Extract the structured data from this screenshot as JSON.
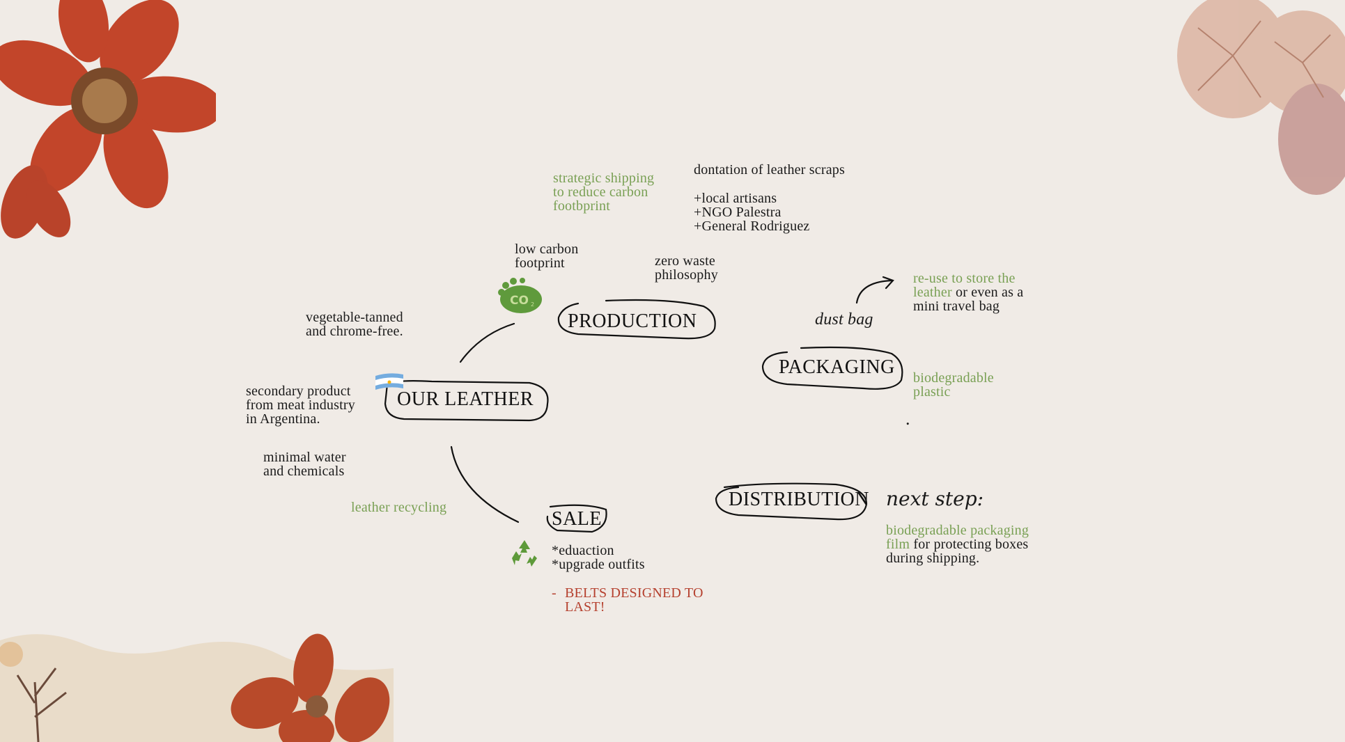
{
  "colors": {
    "background": "#f0ebe6",
    "accent_green": "#79a054",
    "accent_red": "#b5402e",
    "ink": "#111111"
  },
  "nodes": {
    "our_leather": "OUR LEATHER",
    "production": "PRODUCTION",
    "packaging": "PACKAGING",
    "distribution": "DISTRIBUTION",
    "sale": "SALE"
  },
  "notes": {
    "strategic_shipping": "strategic shipping\nto reduce carbon\nfootbprint",
    "donation_title": "dontation of leather scraps",
    "donation_list": "+local artisans\n+NGO Palestra\n+General Rodriguez",
    "low_carbon": "low carbon\nfootprint",
    "zero_waste": "zero waste\nphilosophy",
    "vegetable_tanned": "vegetable-tanned\nand chrome-free.",
    "secondary_product": "secondary product\nfrom meat industry\nin Argentina.",
    "minimal_water": "minimal water\nand chemicals",
    "leather_recycling": "leather recycling",
    "dust_bag": "dust bag",
    "reuse_green": "re-use to store the\nleather",
    "reuse_rest": " or even as a\nmini travel bag",
    "biodegradable_plastic": "biodegradable\nplastic",
    "next_step": "next step:",
    "film_green": "biodegradable packaging\nfilm",
    "film_rest": " for protecting boxes\nduring shipping.",
    "sale_items": "*eduaction\n*upgrade outfits",
    "belts_dash": "-",
    "belts": "BELTS DESIGNED TO\nLAST!",
    "dot": "."
  },
  "icons": [
    "co2-footprint-icon",
    "argentina-flag-icon",
    "recycle-icon",
    "pressed-flower-decoration"
  ]
}
